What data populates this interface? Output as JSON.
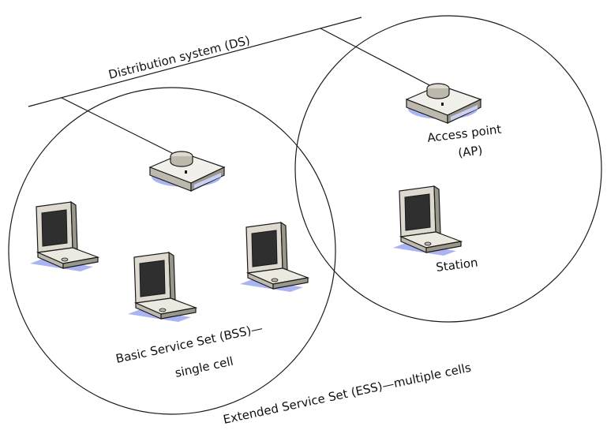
{
  "labels": {
    "ds": "Distribution system (DS)",
    "ap_line1": "Access point",
    "ap_line2": "(AP)",
    "station": "Station",
    "bss_line1": "Basic Service Set (BSS)—",
    "bss_line2": "single cell",
    "ess": "Extended Service Set (ESS)—multiple cells"
  },
  "icons": {
    "access_point": "access-point-icon",
    "laptop": "laptop-icon"
  },
  "colors": {
    "device_body": "#dedad0",
    "device_shadow": "#9a968a",
    "device_highlight": "#f2f0ea",
    "screen": "#2f2f2f",
    "accent_shadow": "#aab4f2",
    "outline": "#1a1a1a"
  }
}
